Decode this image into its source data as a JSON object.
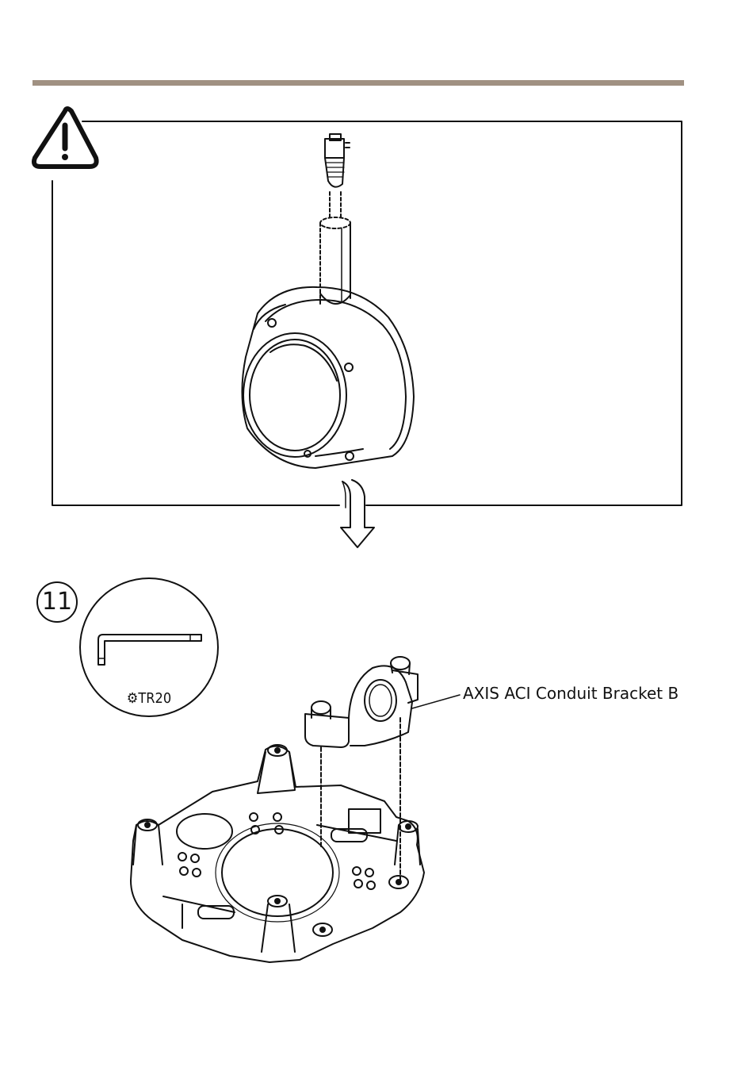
{
  "step": {
    "number": "11"
  },
  "tool": {
    "label": "TR20",
    "icon": "torx-icon"
  },
  "callout": {
    "label": "AXIS ACI Conduit Bracket B"
  },
  "warning": {
    "icon": "warning-triangle-icon"
  },
  "colors": {
    "rule": "#a09182",
    "line": "#111111"
  }
}
